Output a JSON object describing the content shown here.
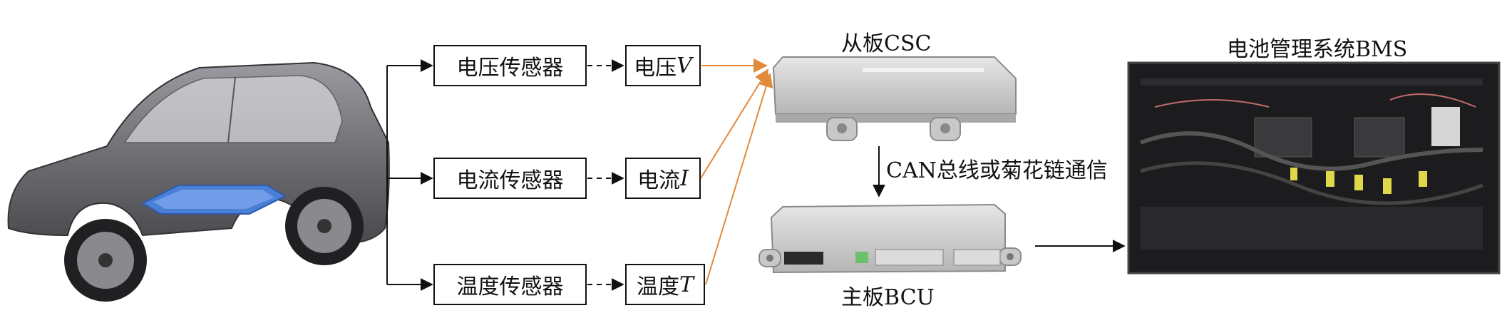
{
  "sensors": {
    "voltage": "电压传感器",
    "current": "电流传感器",
    "temperature": "温度传感器"
  },
  "signals": {
    "voltage_prefix": "电压",
    "voltage_symbol": "V",
    "current_prefix": "电流",
    "current_symbol": "I",
    "temperature_prefix": "温度",
    "temperature_symbol": "T"
  },
  "labels": {
    "csc": "从板CSC",
    "bcu": "主板BCU",
    "comm": "CAN总线或菊花链通信",
    "bms": "电池管理系统BMS"
  },
  "colors": {
    "orange_arrow": "#e08a3c",
    "line": "#111111",
    "battery_blue": "#4a7fd8",
    "car_gray": "#707074",
    "module_gray": "#c9c9c9",
    "bms_dark": "#1c1c1e"
  }
}
